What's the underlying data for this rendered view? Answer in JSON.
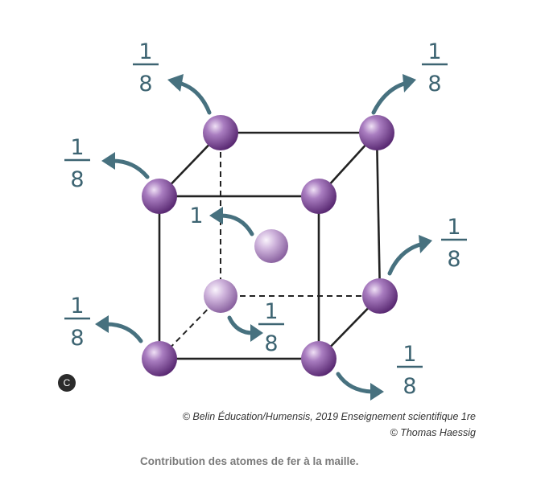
{
  "labels": {
    "one": "1",
    "eight": "8",
    "body_center": "1"
  },
  "badge": {
    "letter": "C"
  },
  "credits": {
    "line1": "© Belin Éducation/Humensis, 2019 Enseignement scientifique 1re",
    "line2": "© Thomas Haessig"
  },
  "caption": "Contribution des atomes de fer à la maille.",
  "colors": {
    "atom": "#8e5aa6",
    "atom_light": "#c7aad6",
    "arrow": "#47717f",
    "label": "#3d6472"
  }
}
